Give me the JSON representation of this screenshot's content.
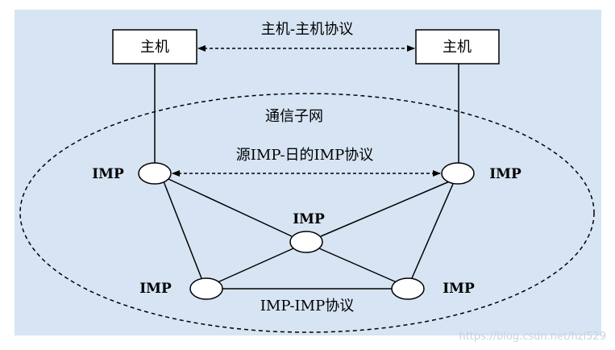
{
  "hosts": {
    "left": "主机",
    "right": "主机"
  },
  "protocols": {
    "host_host": "主机-主机协议",
    "src_dst_imp": "源IMP-日的IMP协议",
    "imp_imp": "IMP-IMP协议"
  },
  "subnet": {
    "label": "通信子网"
  },
  "imp_labels": {
    "left_top": "IMP",
    "right_top": "IMP",
    "center": "IMP",
    "left_bottom": "IMP",
    "right_bottom": "IMP"
  },
  "watermark": "https://blog.csdn.net/hzl529",
  "colors": {
    "background_panel": "#d6e4f3",
    "stroke": "#000000"
  }
}
